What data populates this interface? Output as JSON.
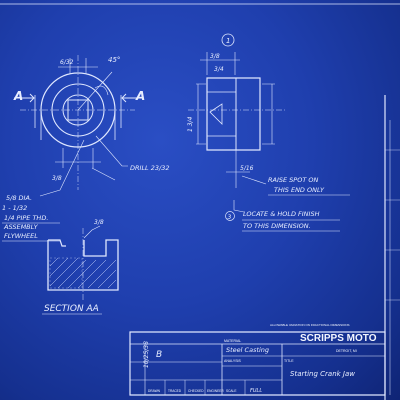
{
  "section_a_left": "A",
  "section_a_right": "A",
  "angle_45": "45°",
  "dim_top_left": "6/32",
  "dim_1_circle": "1",
  "dim_3_8": "3/8",
  "dim_3_4": "3/4",
  "dim_5_16": "5/16",
  "dim_1_3_4": "1 3/4",
  "dim_drill": "DRILL 23/32",
  "dim_diam": "5/8 DIA.",
  "note_pipe_1": "1 - 1/32",
  "note_pipe_2": "1/4 PIPE THD.",
  "note_pipe_3": "ASSEMBLY",
  "note_pipe_4": "FLYWHEEL",
  "dim_center": "3/8",
  "note_spot_1": "RAISE SPOT ON",
  "note_spot_2": "THIS END ONLY",
  "note_locate_num": "3",
  "note_locate_1": "LOCATE & HOLD FINISH",
  "note_locate_2": "TO THIS DIMENSION.",
  "section_label": "SECTION AA",
  "title_company": "SCRIPPS MOTO",
  "title_city": "DETROIT, MI",
  "title_part": "Starting Crank Jaw",
  "tb_material_label": "MATERIAL",
  "tb_material_value": "Steel Casting",
  "tb_analysis_label": "ANALYSIS",
  "tb_title_label": "TITLE",
  "tb_revision": "B",
  "tb_date": "10/25/38",
  "tb_scale_label": "SCALE",
  "tb_scale_value": "FULL",
  "tb_drawn_label": "DRAWN",
  "tb_traced_label": "TRACED",
  "tb_checked_label": "CHECKED",
  "tb_engineer_label": "ENGINEER",
  "tb_tolerance_note": "ALLOWABLE VARIATION ON FRACTIONAL DIMENSIONS",
  "colors": {
    "paper": "#1f3fae",
    "ink": "#e8eeff"
  }
}
